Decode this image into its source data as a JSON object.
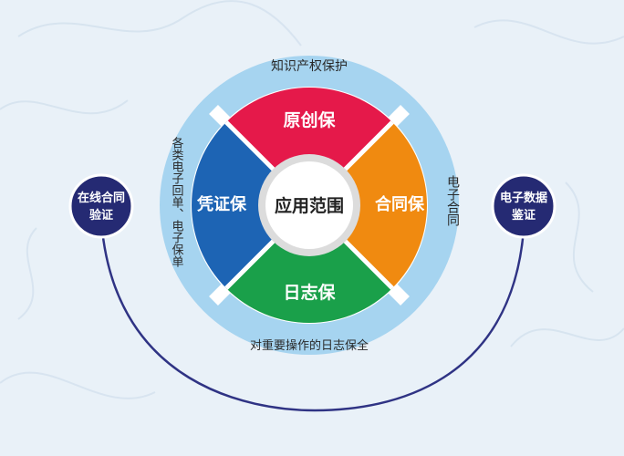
{
  "center": {
    "label": "应用范围"
  },
  "segments": [
    {
      "key": "top",
      "label": "原创保",
      "color": "#e5194a"
    },
    {
      "key": "right",
      "label": "合同保",
      "color": "#f08a10"
    },
    {
      "key": "bottom",
      "label": "日志保",
      "color": "#1aa04a"
    },
    {
      "key": "left",
      "label": "凭证保",
      "color": "#1d64b4"
    }
  ],
  "outer": {
    "top": "知识产权保护",
    "right": "电子合同",
    "bottom": "对重要操作的日志保全",
    "left": "各类电子回单、电子保单"
  },
  "badges": {
    "left": {
      "line1": "在线合同",
      "line2": "验证"
    },
    "right": {
      "line1": "电子数据",
      "line2": "鉴证"
    }
  },
  "colors": {
    "outer_band": "#a6d4f0",
    "badge": "#252a73",
    "connector": "#2f3384",
    "background": "#e9f1f8"
  }
}
